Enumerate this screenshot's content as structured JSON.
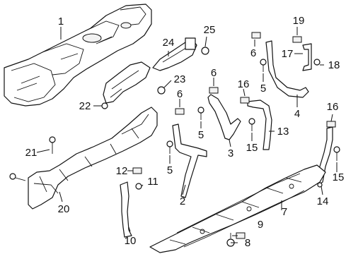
{
  "diagram": {
    "callouts": [
      {
        "id": "c1",
        "label": "1"
      },
      {
        "id": "c2",
        "label": "2"
      },
      {
        "id": "c3",
        "label": "3"
      },
      {
        "id": "c4",
        "label": "4"
      },
      {
        "id": "c5a",
        "label": "5"
      },
      {
        "id": "c5b",
        "label": "5"
      },
      {
        "id": "c5c",
        "label": "5"
      },
      {
        "id": "c6a",
        "label": "6"
      },
      {
        "id": "c6b",
        "label": "6"
      },
      {
        "id": "c6c",
        "label": "6"
      },
      {
        "id": "c7",
        "label": "7"
      },
      {
        "id": "c8",
        "label": "8"
      },
      {
        "id": "c9",
        "label": "9"
      },
      {
        "id": "c10",
        "label": "10"
      },
      {
        "id": "c11",
        "label": "11"
      },
      {
        "id": "c12",
        "label": "12"
      },
      {
        "id": "c13",
        "label": "13"
      },
      {
        "id": "c14",
        "label": "14"
      },
      {
        "id": "c15a",
        "label": "15"
      },
      {
        "id": "c15b",
        "label": "15"
      },
      {
        "id": "c16a",
        "label": "16"
      },
      {
        "id": "c16b",
        "label": "16"
      },
      {
        "id": "c17",
        "label": "17"
      },
      {
        "id": "c18",
        "label": "18"
      },
      {
        "id": "c19",
        "label": "19"
      },
      {
        "id": "c20",
        "label": "20"
      },
      {
        "id": "c21",
        "label": "21"
      },
      {
        "id": "c22",
        "label": "22"
      },
      {
        "id": "c23",
        "label": "23"
      },
      {
        "id": "c24",
        "label": "24"
      },
      {
        "id": "c25",
        "label": "25"
      }
    ]
  }
}
